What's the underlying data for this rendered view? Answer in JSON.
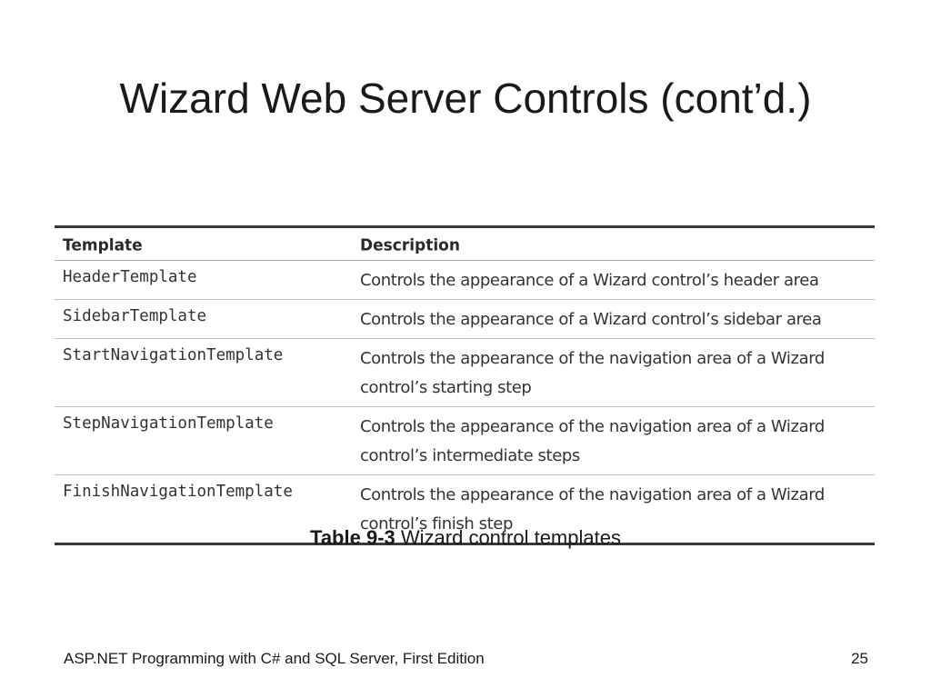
{
  "slide": {
    "title": "Wizard Web Server Controls (cont’d.)",
    "table": {
      "headers": [
        "Template",
        "Description"
      ],
      "rows": [
        {
          "template": "HeaderTemplate",
          "description": "Controls the appearance of a Wizard control’s header area"
        },
        {
          "template": "SidebarTemplate",
          "description": "Controls the appearance of a Wizard control’s sidebar area"
        },
        {
          "template": "StartNavigationTemplate",
          "description": "Controls the appearance of the navigation area of a Wizard control’s starting step"
        },
        {
          "template": "StepNavigationTemplate",
          "description": "Controls the appearance of the navigation area of a Wizard control’s intermediate steps"
        },
        {
          "template": "FinishNavigationTemplate",
          "description": "Controls the appearance of the navigation area of a Wizard control’s finish step"
        }
      ]
    },
    "caption": {
      "number": "Table 9-3",
      "text": " Wizard control templates"
    },
    "footer": {
      "left": "ASP.NET Programming with C# and SQL Server, First Edition",
      "page_number": "25"
    }
  }
}
